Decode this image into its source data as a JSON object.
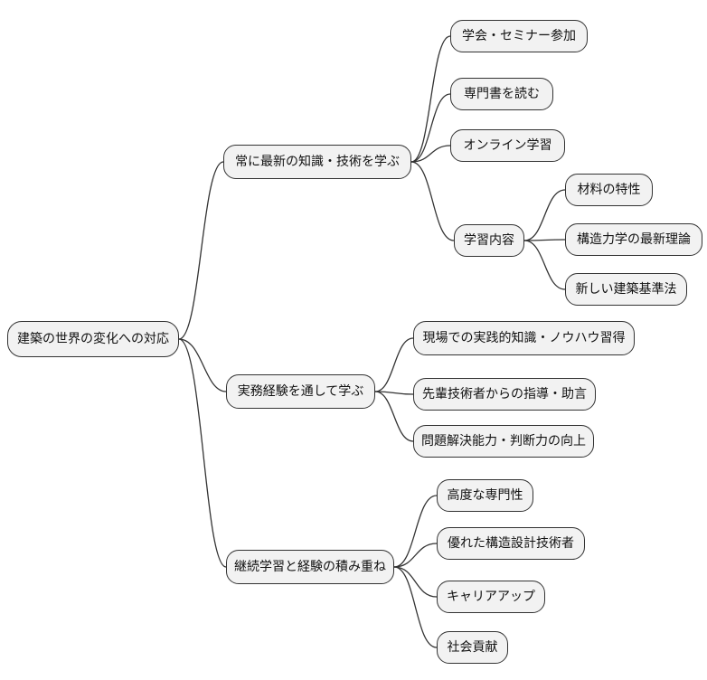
{
  "mindmap": {
    "root": {
      "label": "建築の世界の変化への対応"
    },
    "branches": [
      {
        "label": "常に最新の知識・技術を学ぶ",
        "children": [
          {
            "label": "学会・セミナー参加"
          },
          {
            "label": "専門書を読む"
          },
          {
            "label": "オンライン学習"
          },
          {
            "label": "学習内容",
            "children": [
              {
                "label": "材料の特性"
              },
              {
                "label": "構造力学の最新理論"
              },
              {
                "label": "新しい建築基準法"
              }
            ]
          }
        ]
      },
      {
        "label": "実務経験を通して学ぶ",
        "children": [
          {
            "label": "現場での実践的知識・ノウハウ習得"
          },
          {
            "label": "先輩技術者からの指導・助言"
          },
          {
            "label": "問題解決能力・判断力の向上"
          }
        ]
      },
      {
        "label": "継続学習と経験の積み重ね",
        "children": [
          {
            "label": "高度な専門性"
          },
          {
            "label": "優れた構造設計技術者"
          },
          {
            "label": "キャリアアップ"
          },
          {
            "label": "社会貢献"
          }
        ]
      }
    ]
  },
  "colors": {
    "background": "#ffffff",
    "node_fill": "#f2f2f2",
    "node_border": "#333333",
    "connector": "#333333",
    "text": "#111111"
  }
}
